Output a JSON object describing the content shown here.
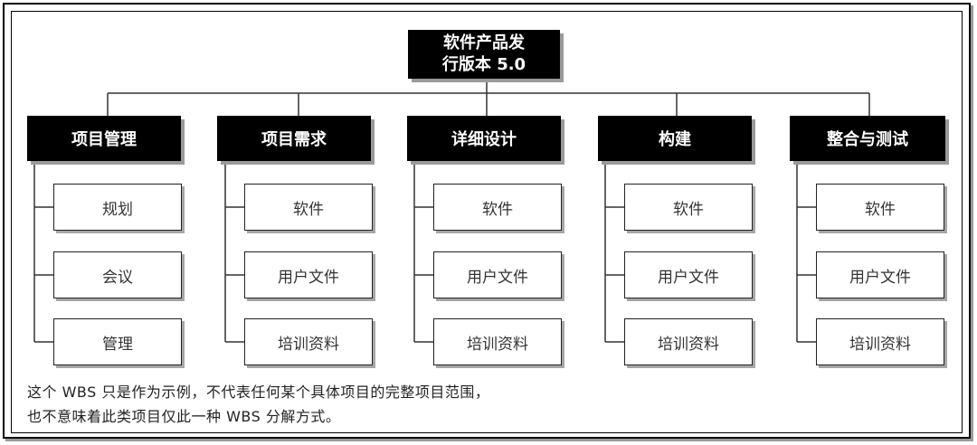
{
  "root": {
    "line1": "软件产品发",
    "line2": "行版本 5.0"
  },
  "branches": [
    {
      "title": "项目管理",
      "items": [
        "规划",
        "会议",
        "管理"
      ]
    },
    {
      "title": "项目需求",
      "items": [
        "软件",
        "用户文件",
        "培训资料"
      ]
    },
    {
      "title": "详细设计",
      "items": [
        "软件",
        "用户文件",
        "培训资料"
      ]
    },
    {
      "title": "构建",
      "items": [
        "软件",
        "用户文件",
        "培训资料"
      ]
    },
    {
      "title": "整合与测试",
      "items": [
        "软件",
        "用户文件",
        "培训资料"
      ]
    }
  ],
  "note": {
    "line1": "这个 WBS 只是作为示例，不代表任何某个具体项目的完整项目范围，",
    "line2": "也不意味着此类项目仅此一种 WBS 分解方式。"
  }
}
